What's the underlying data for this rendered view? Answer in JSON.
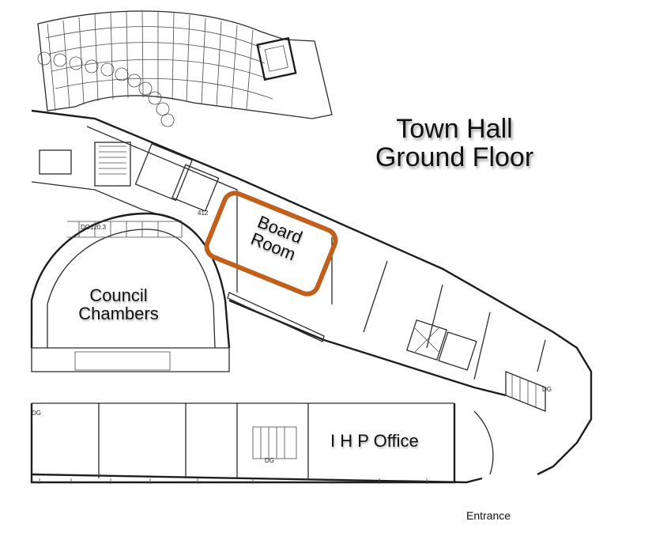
{
  "title": {
    "line1": "Town Hall",
    "line2": "Ground Floor"
  },
  "rooms": {
    "board_room": {
      "line1": "Board",
      "line2": "Room"
    },
    "council_chambers": {
      "line1": "Council",
      "line2": "Chambers"
    },
    "ihp_office": "I H P Office"
  },
  "entrance": "Entrance",
  "plan_codes": [
    "DG120.3",
    "412",
    "DG",
    "DG",
    "DG"
  ],
  "colors": {
    "highlight": "#c0601c",
    "lines": "#2b2b2b",
    "background": "#ffffff"
  }
}
